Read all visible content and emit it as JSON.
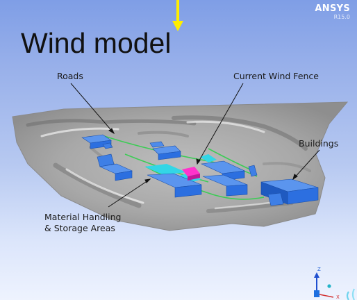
{
  "app": {
    "name": "ANSYS",
    "version": "R15.0"
  },
  "slide": {
    "title": "Wind model"
  },
  "annotations": {
    "roads": "Roads",
    "current_wind_fence": "Current Wind Fence",
    "buildings": "Buildings",
    "material_line1": "Material Handling",
    "material_line2": "& Storage Areas"
  },
  "triad": {
    "z_label": "Z",
    "x_label": "X"
  },
  "colors": {
    "background_top": "#7f9ee6",
    "background_bottom": "#eef3fe",
    "terrain": "#a6a6a6",
    "building": "#2c6fe0",
    "wind_fence": "#ff33cc",
    "storage_area": "#33d6e6",
    "road": "#3ccc55",
    "pointer": "#ffee00"
  }
}
